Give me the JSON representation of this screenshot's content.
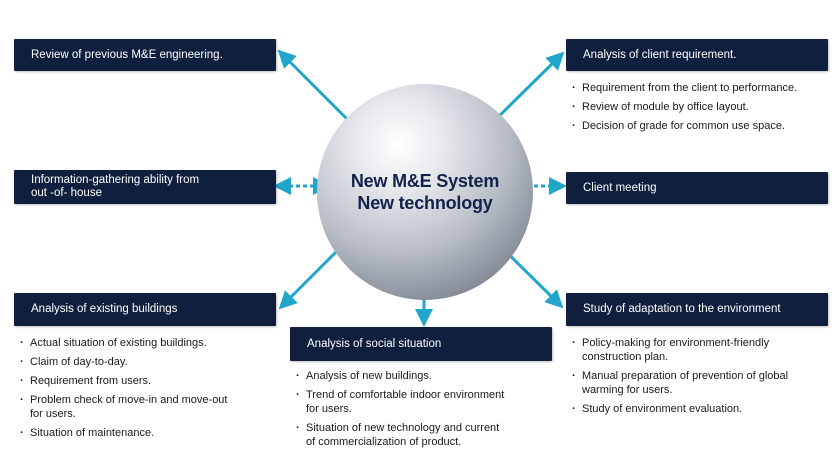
{
  "center": {
    "line1": "New M&E System",
    "line2": "New technology"
  },
  "boxes": {
    "review": "Review of previous M&E engineering.",
    "info": "Information-gathering ability from\nout -of- house",
    "existing": "Analysis of existing buildings",
    "social": "Analysis of social situation",
    "client_req": "Analysis of client requirement.",
    "client_meeting": "Client meeting",
    "adaptation": "Study of adaptation to the environment"
  },
  "lists": {
    "client_req": [
      "Requirement from the client to performance.",
      "Review of module by office layout.",
      "Decision of grade for common use space."
    ],
    "existing": [
      "Actual situation of existing buildings.",
      "Claim of day-to-day.",
      "Requirement from users.",
      "Problem check of move-in and move-out\nfor users.",
      "Situation of maintenance."
    ],
    "social": [
      "Analysis of new buildings.",
      "Trend of comfortable indoor environment\nfor users.",
      "Situation of new technology and current\nof commercialization of product."
    ],
    "adaptation": [
      "Policy-making for environment-friendly\nconstruction plan.",
      "Manual preparation of prevention of global\nwarming for users.",
      "Study of environment evaluation."
    ]
  },
  "colors": {
    "box_bg": "#0f1f3d",
    "arrow": "#1fa6c9",
    "sphere_text": "#12224a"
  }
}
